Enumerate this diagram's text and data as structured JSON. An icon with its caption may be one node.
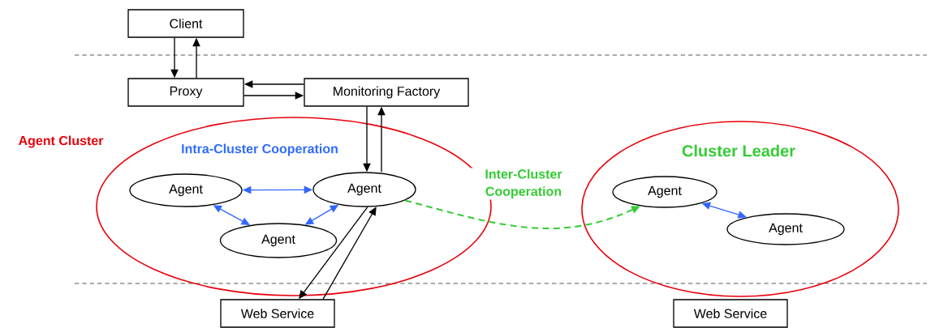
{
  "diagram": {
    "nodes": [
      {
        "text": [
          "Client"
        ]
      },
      {
        "text": [
          "Proxy"
        ]
      },
      {
        "text": [
          "Monitoring Factory"
        ]
      },
      {
        "text": [
          "Agent Cluster",
          "Intra-Cluster Cooperation"
        ]
      },
      {
        "text": [
          "Agent"
        ],
        "in": 3
      },
      {
        "text": [
          "Agent"
        ],
        "in": 3
      },
      {
        "text": [
          "Agent"
        ],
        "in": 3
      },
      {
        "text": [
          "Cluster Leader"
        ]
      },
      {
        "text": [
          "Agent"
        ],
        "in": 7
      },
      {
        "text": [
          "Agent"
        ],
        "in": 7
      },
      {
        "text": [
          "Web Service"
        ]
      },
      {
        "text": [
          "Web Service"
        ]
      }
    ],
    "edges": [
      {
        "from": 0,
        "to": 1,
        "arrow": "to"
      },
      {
        "from": 1,
        "to": 0,
        "arrow": "to"
      },
      {
        "from": 2,
        "to": 1,
        "arrow": "to"
      },
      {
        "from": 1,
        "to": 2,
        "arrow": "to"
      },
      {
        "from": 2,
        "to": 5,
        "arrow": "to"
      },
      {
        "from": 5,
        "to": 2,
        "arrow": "to"
      },
      {
        "from": 4,
        "to": 5,
        "arrow": "both",
        "color": "#3366ff"
      },
      {
        "from": 4,
        "to": 6,
        "arrow": "both",
        "color": "#3366ff"
      },
      {
        "from": 5,
        "to": 6,
        "arrow": "both",
        "color": "#3366ff"
      },
      {
        "from": 5,
        "to": 10,
        "arrow": "to"
      },
      {
        "from": 10,
        "to": 5,
        "arrow": "to"
      },
      {
        "from": 8,
        "to": 9,
        "arrow": "both",
        "color": "#3366ff"
      },
      {
        "from": 5,
        "to": 8,
        "arrow": "to",
        "style": "dashed",
        "color": "#33cc33",
        "label": "Inter-Cluster Cooperation"
      }
    ]
  }
}
